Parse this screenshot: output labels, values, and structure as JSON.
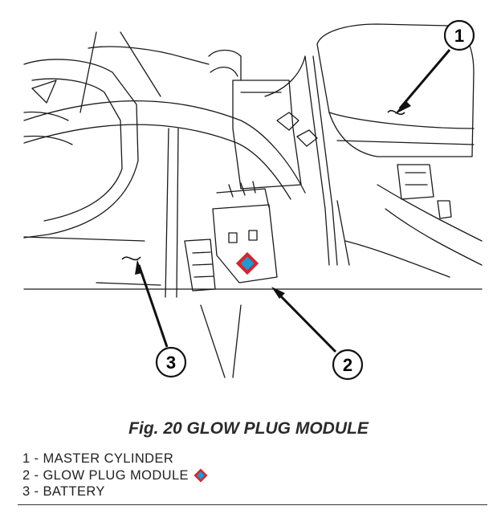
{
  "callouts": [
    {
      "number": "1"
    },
    {
      "number": "2"
    },
    {
      "number": "3"
    }
  ],
  "caption": {
    "text": "Fig. 20 GLOW PLUG MODULE"
  },
  "legend": [
    {
      "label": "1 - MASTER CYLINDER",
      "marker": false
    },
    {
      "label": "2 - GLOW PLUG MODULE",
      "marker": true
    },
    {
      "label": "3 - BATTERY",
      "marker": false
    }
  ],
  "marker_colors": {
    "outer": "#d8232a",
    "inner": "#1a9ad6"
  }
}
